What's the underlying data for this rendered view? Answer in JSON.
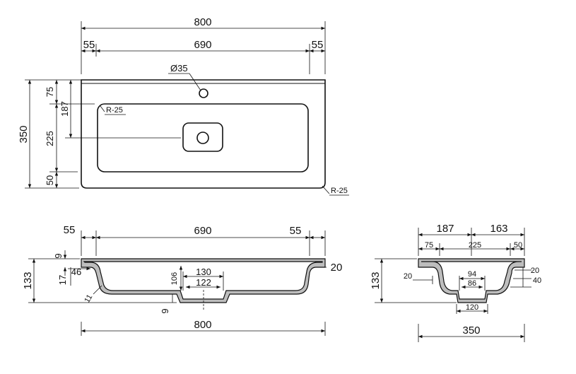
{
  "top_view": {
    "overall_width": "800",
    "inner_width": "690",
    "left_margin": "55",
    "right_margin": "55",
    "tap_hole": "Ø35",
    "corner_radius_bowl": "R-25",
    "corner_radius_outer": "R-25",
    "depth_total": "350",
    "depth_back": "75",
    "depth_to_drain": "187",
    "bowl_depth": "225",
    "depth_front": "50"
  },
  "front_section": {
    "left_margin": "55",
    "inner_width": "690",
    "right_margin": "55",
    "height_total": "133",
    "top_thickness": "9",
    "rim_drop": "17",
    "rim_inset": "46",
    "rim_right": "20",
    "wall": "11",
    "bowl_height": "106",
    "drain_outer": "130",
    "drain_inner": "122",
    "bottom_thickness": "9",
    "overall_width": "800"
  },
  "side_section": {
    "front_part": "187",
    "back_part": "163",
    "seg_front": "75",
    "seg_mid": "225",
    "seg_back": "50",
    "height_total": "133",
    "wall_left": "20",
    "wall_right": "20",
    "rim_right": "40",
    "drain_outer": "94",
    "drain_inner": "86",
    "drain_base": "120",
    "overall_depth": "350"
  }
}
